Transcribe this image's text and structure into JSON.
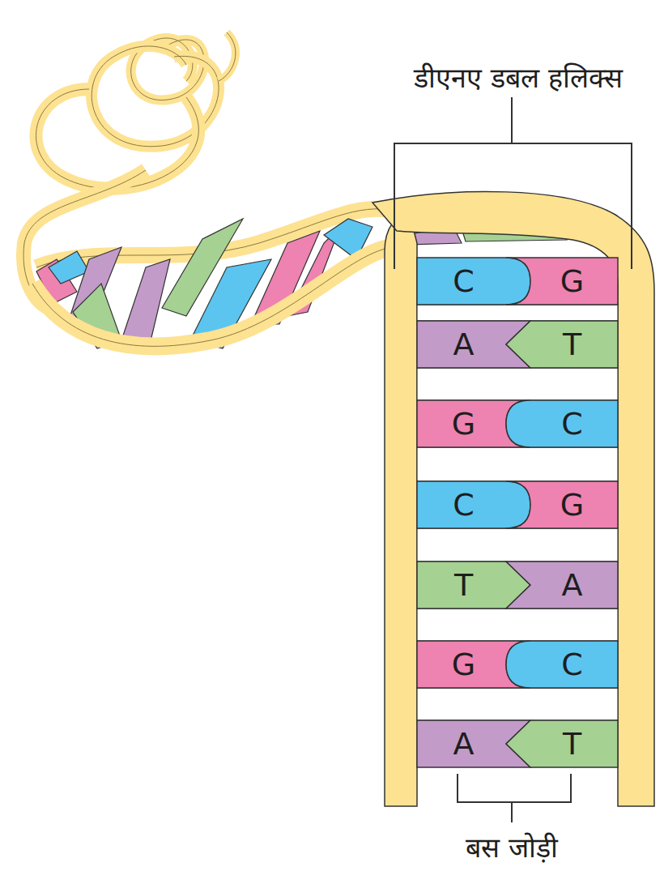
{
  "diagram": {
    "nodes": [
      {
        "text": [
          "C"
        ]
      },
      {
        "text": [
          "G"
        ]
      },
      {
        "text": [
          "A"
        ]
      },
      {
        "text": [
          "T"
        ]
      },
      {
        "text": [
          "G"
        ]
      },
      {
        "text": [
          "C"
        ]
      },
      {
        "text": [
          "C"
        ]
      },
      {
        "text": [
          "G"
        ]
      },
      {
        "text": [
          "T"
        ]
      },
      {
        "text": [
          "A"
        ]
      },
      {
        "text": [
          "G"
        ]
      },
      {
        "text": [
          "C"
        ]
      },
      {
        "text": [
          "A"
        ]
      },
      {
        "text": [
          "T"
        ]
      }
    ],
    "labels": [
      "डीएनए डबल हलिक्स",
      "बस जोड़ी"
    ]
  }
}
